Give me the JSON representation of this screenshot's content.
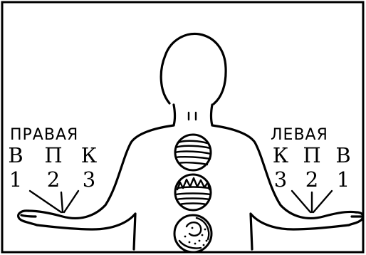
{
  "right_side": {
    "title": "ПРАВАЯ",
    "letters": [
      "В",
      "П",
      "К"
    ],
    "numbers": [
      "1",
      "2",
      "3"
    ]
  },
  "left_side": {
    "title": "ЛЕВАЯ",
    "letters": [
      "К",
      "П",
      "В"
    ],
    "numbers": [
      "3",
      "2",
      "1"
    ]
  },
  "colors": {
    "ink": "#000000",
    "paper": "#ffffff"
  }
}
